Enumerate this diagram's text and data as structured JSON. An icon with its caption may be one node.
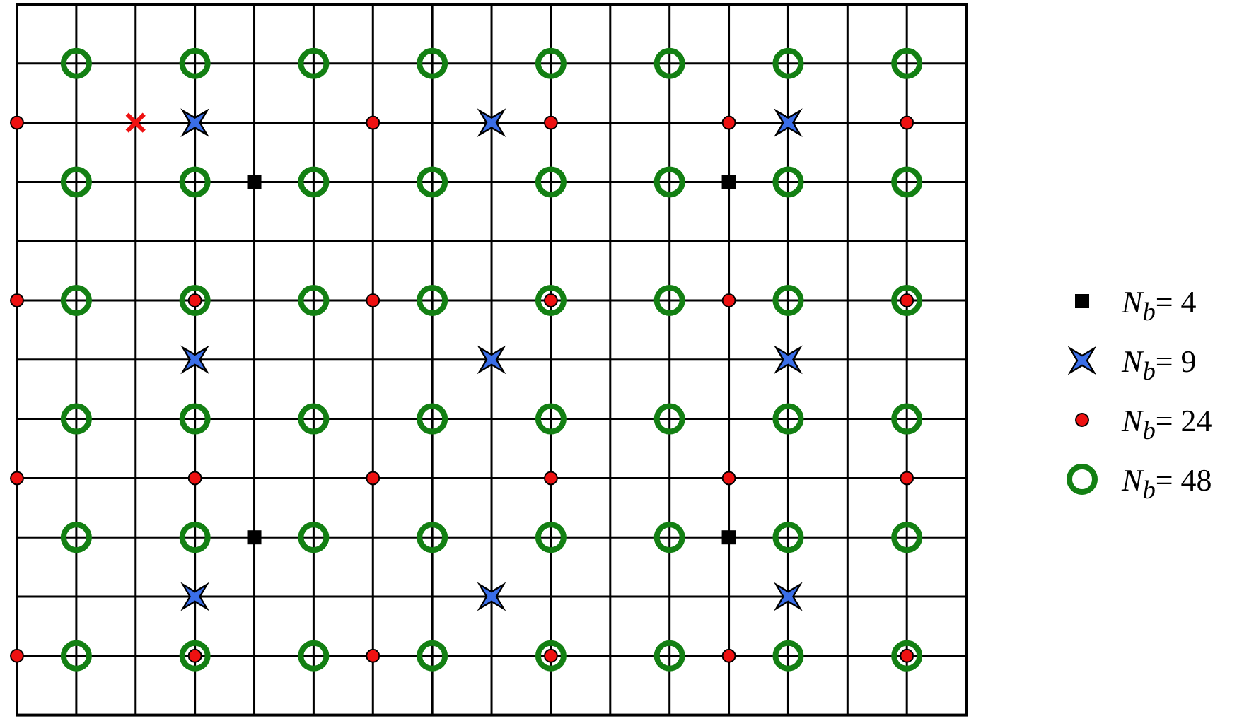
{
  "diagram": {
    "legend": [
      {
        "text": "*N*$_{b}$= 4"
      },
      {
        "text": "*N*$_{b}$= 9"
      },
      {
        "text": "*N*$_{b}$= 24"
      },
      {
        "text": "*N*$_{b}$= 48"
      }
    ]
  }
}
